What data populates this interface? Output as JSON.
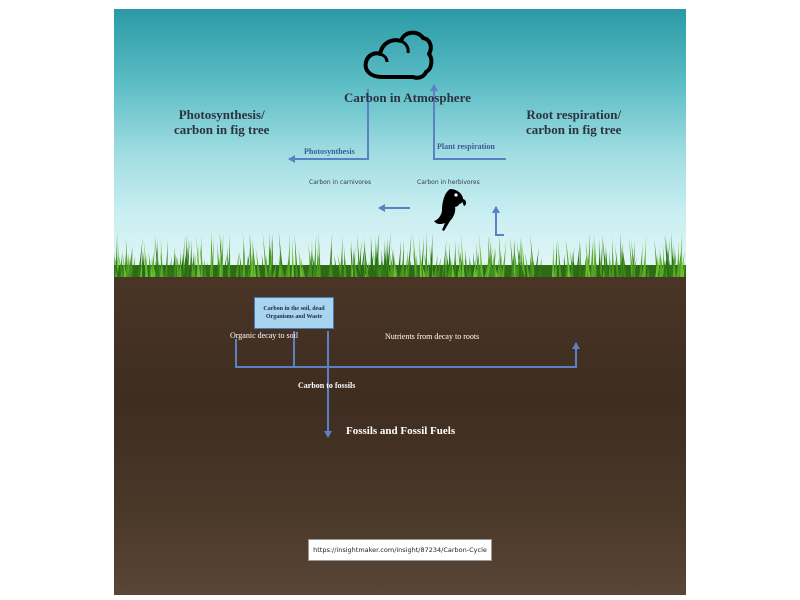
{
  "atmosphere": {
    "label": "Carbon in Atmosphere",
    "icon": "cloud-icon"
  },
  "left_stock": {
    "label_line1": "Photosynthesis/",
    "label_line2": "carbon in fig tree"
  },
  "right_stock": {
    "label_line1": "Root respiration/",
    "label_line2": "carbon in fig tree"
  },
  "flows": {
    "photosynthesis": "Photosynthesis",
    "plant_respiration": "Plant respiration",
    "carbon_in_carnivores": "Carbon in carnivores",
    "carbon_in_herbivores": "Carbon in herbivores",
    "organic_decay": "Organic decay to soil",
    "nutrients_to_roots": "Nutrients from decay to roots",
    "carbon_to_fossils": "Carbon to fossils"
  },
  "soil_stock": {
    "label": "Carbon in the soil, dead Organisms and Waste"
  },
  "fossils_stock": {
    "label": "Fossils and Fossil Fuels"
  },
  "herbivore": {
    "icon": "parrot-icon"
  },
  "source_url": "https://insightmaker.com/insight/87234/Carbon-Cycle",
  "colors": {
    "arrow": "#5b80c4",
    "sky_top": "#2a9aa6",
    "soil": "#3e2d20",
    "grass": "#3f8f1e",
    "soil_box": "#a8d4f0"
  }
}
